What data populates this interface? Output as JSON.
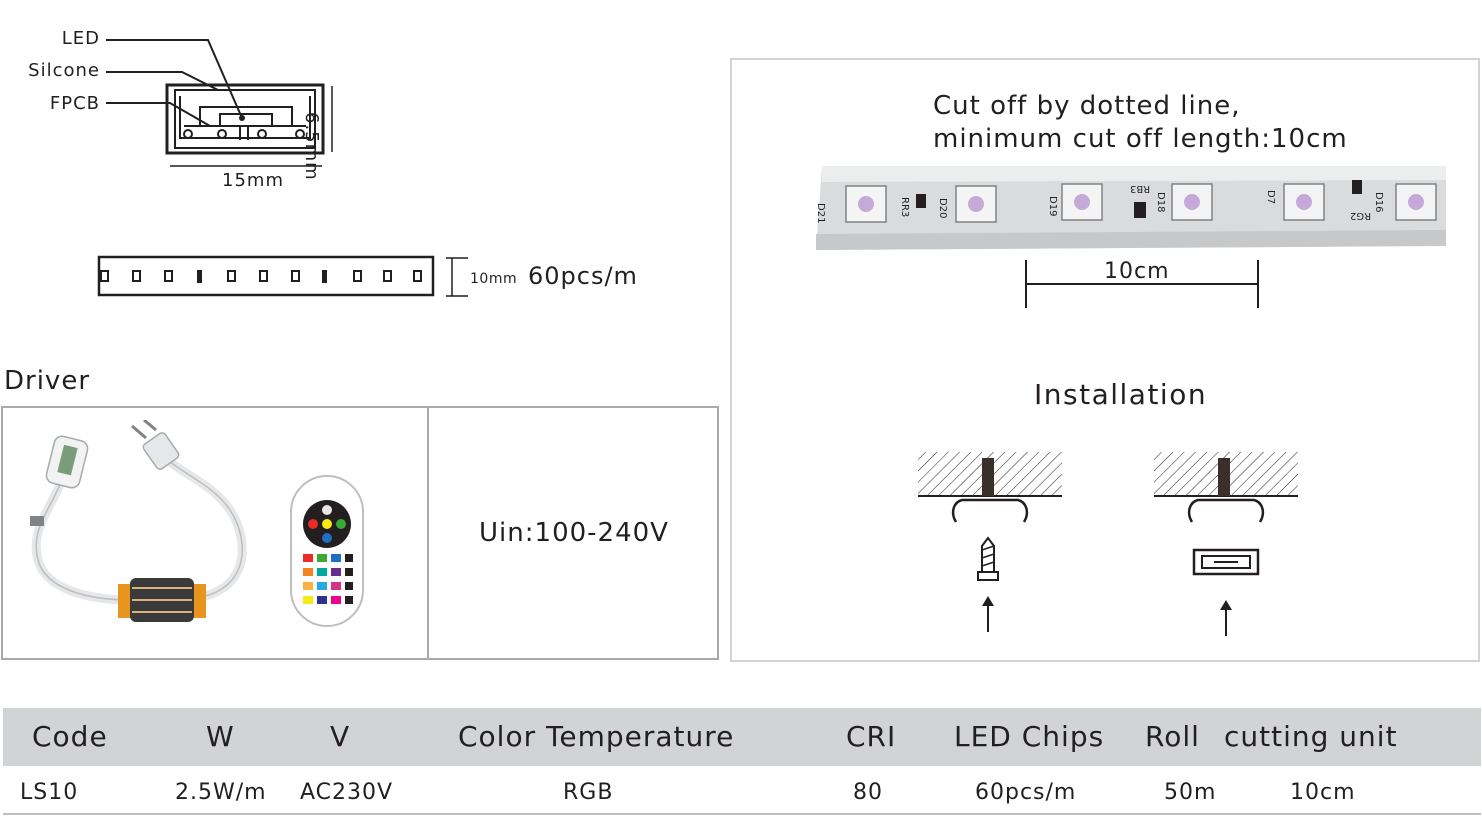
{
  "profile": {
    "callouts": [
      "LED",
      "Silcone",
      "FPCB"
    ],
    "height_label": "6.5mm",
    "width_label": "15mm"
  },
  "strip": {
    "width_label": "10mm",
    "density_label": "60pcs/m"
  },
  "driver": {
    "title": "Driver",
    "input": "Uin:100-240V"
  },
  "cut": {
    "line1": "Cut off by dotted line,",
    "line2": "minimum cut off length:10cm",
    "length_label": "10cm",
    "chip_labels": [
      "D21",
      "RR3",
      "D20",
      "D19",
      "RB3",
      "D18",
      "D7",
      "RG2",
      "D16"
    ]
  },
  "installation": {
    "title": "Installation"
  },
  "spec_table": {
    "headers": [
      "Code",
      "W",
      "V",
      "Color Temperature",
      "CRI",
      "LED Chips",
      "Roll",
      "cutting unit"
    ],
    "row": [
      "LS10",
      "2.5W/m",
      "AC230V",
      "RGB",
      "80",
      "60pcs/m",
      "50m",
      "10cm"
    ]
  },
  "colors": {
    "ink": "#231f20",
    "frame": "#a7a9ac",
    "header_bg": "#d1d3d4",
    "strip_gray": "#d9dbdc",
    "cable_orange": "#e8951f"
  }
}
